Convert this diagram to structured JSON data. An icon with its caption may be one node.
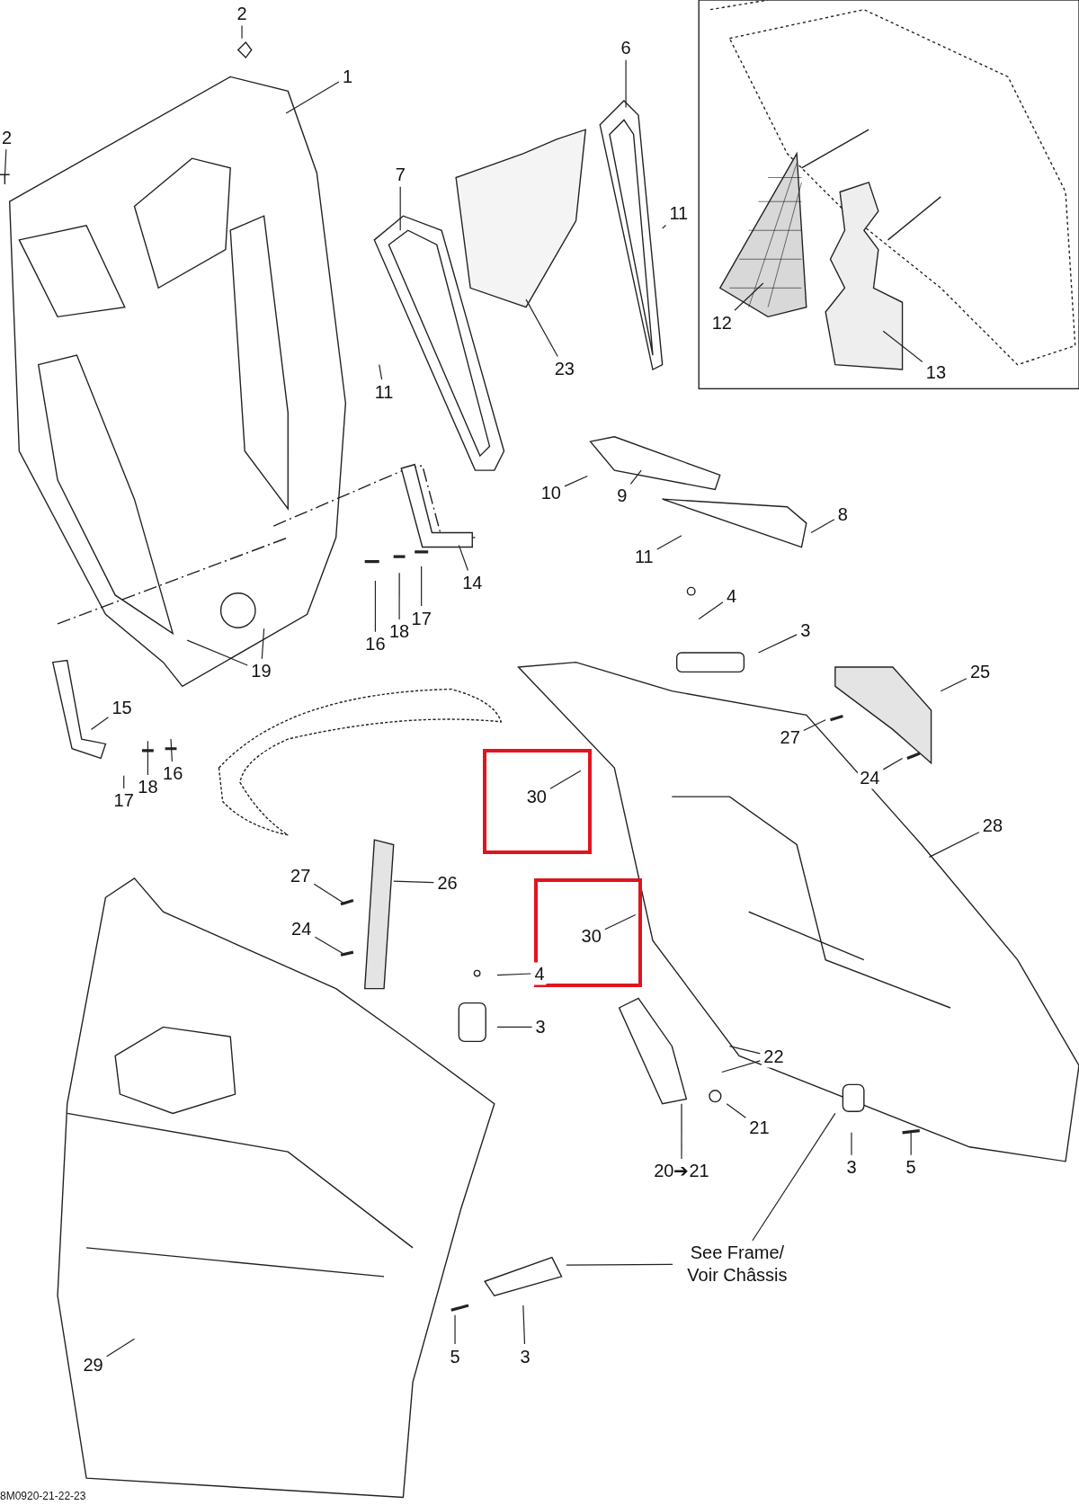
{
  "diagram": {
    "nodes": [
      {
        "text": [
          "2"
        ]
      },
      {
        "text": [
          "1"
        ]
      },
      {
        "text": [
          "2"
        ]
      },
      {
        "text": [
          "7"
        ]
      },
      {
        "text": [
          "6"
        ]
      },
      {
        "text": [
          "11"
        ]
      },
      {
        "text": [
          "23"
        ]
      },
      {
        "text": [
          "12"
        ]
      },
      {
        "text": [
          "13"
        ]
      },
      {
        "text": [
          "11"
        ]
      },
      {
        "text": [
          "10"
        ]
      },
      {
        "text": [
          "9"
        ]
      },
      {
        "text": [
          "8"
        ]
      },
      {
        "text": [
          "11"
        ]
      },
      {
        "text": [
          "14"
        ]
      },
      {
        "text": [
          "16"
        ]
      },
      {
        "text": [
          "18"
        ]
      },
      {
        "text": [
          "17"
        ]
      },
      {
        "text": [
          "19"
        ]
      },
      {
        "text": [
          "4"
        ]
      },
      {
        "text": [
          "3"
        ]
      },
      {
        "text": [
          "25"
        ]
      },
      {
        "text": [
          "15"
        ]
      },
      {
        "text": [
          "17"
        ]
      },
      {
        "text": [
          "18"
        ]
      },
      {
        "text": [
          "16"
        ]
      },
      {
        "text": [
          "27"
        ]
      },
      {
        "text": [
          "24"
        ]
      },
      {
        "text": [
          "30"
        ]
      },
      {
        "text": [
          "28"
        ]
      },
      {
        "text": [
          "27"
        ]
      },
      {
        "text": [
          "26"
        ]
      },
      {
        "text": [
          "30"
        ]
      },
      {
        "text": [
          "24"
        ]
      },
      {
        "text": [
          "4"
        ]
      },
      {
        "text": [
          "3"
        ]
      },
      {
        "text": [
          "22"
        ]
      },
      {
        "text": [
          "21"
        ]
      },
      {
        "text": [
          "20➔21"
        ]
      },
      {
        "text": [
          "3"
        ]
      },
      {
        "text": [
          "5"
        ]
      },
      {
        "text": [
          "See Frame/ Voir Châssis"
        ]
      },
      {
        "text": [
          "5"
        ]
      },
      {
        "text": [
          "3"
        ]
      },
      {
        "text": [
          "29"
        ]
      }
    ],
    "edges": [
      {
        "from": 0,
        "to": null,
        "arrow": "none"
      },
      {
        "from": 1,
        "to": null,
        "arrow": "none"
      },
      {
        "from": 2,
        "to": null,
        "arrow": "none"
      },
      {
        "from": 3,
        "to": null,
        "arrow": "none"
      },
      {
        "from": 4,
        "to": null,
        "arrow": "none"
      },
      {
        "from": 5,
        "to": null,
        "arrow": "none"
      },
      {
        "from": 6,
        "to": null,
        "arrow": "none"
      },
      {
        "from": 7,
        "to": null,
        "arrow": "none"
      },
      {
        "from": 8,
        "to": null,
        "arrow": "none"
      },
      {
        "from": 9,
        "to": null,
        "arrow": "none"
      },
      {
        "from": 10,
        "to": null,
        "arrow": "none"
      },
      {
        "from": 11,
        "to": null,
        "arrow": "none"
      },
      {
        "from": 12,
        "to": null,
        "arrow": "none"
      },
      {
        "from": 13,
        "to": null,
        "arrow": "none"
      },
      {
        "from": 14,
        "to": null,
        "arrow": "none"
      },
      {
        "from": 15,
        "to": null,
        "arrow": "none"
      },
      {
        "from": 16,
        "to": null,
        "arrow": "none"
      },
      {
        "from": 17,
        "to": null,
        "arrow": "none"
      },
      {
        "from": 18,
        "to": null,
        "arrow": "none"
      },
      {
        "from": 18,
        "to": null,
        "arrow": "none"
      },
      {
        "from": 19,
        "to": null,
        "arrow": "none"
      },
      {
        "from": 20,
        "to": null,
        "arrow": "none"
      },
      {
        "from": 21,
        "to": null,
        "arrow": "none"
      },
      {
        "from": 22,
        "to": null,
        "arrow": "none"
      },
      {
        "from": 23,
        "to": null,
        "arrow": "none"
      },
      {
        "from": 24,
        "to": null,
        "arrow": "none"
      },
      {
        "from": 25,
        "to": null,
        "arrow": "none"
      },
      {
        "from": 26,
        "to": null,
        "arrow": "none"
      },
      {
        "from": 27,
        "to": null,
        "arrow": "none"
      },
      {
        "from": 28,
        "to": null,
        "arrow": "none"
      },
      {
        "from": 29,
        "to": null,
        "arrow": "none"
      },
      {
        "from": 30,
        "to": null,
        "arrow": "none"
      },
      {
        "from": 31,
        "to": null,
        "arrow": "none"
      },
      {
        "from": 32,
        "to": null,
        "arrow": "none"
      },
      {
        "from": 33,
        "to": null,
        "arrow": "none"
      },
      {
        "from": 34,
        "to": null,
        "arrow": "none"
      },
      {
        "from": 35,
        "to": null,
        "arrow": "none"
      },
      {
        "from": 36,
        "to": null,
        "arrow": "none"
      },
      {
        "from": 36,
        "to": null,
        "arrow": "none"
      },
      {
        "from": 37,
        "to": null,
        "arrow": "none"
      },
      {
        "from": 38,
        "to": null,
        "arrow": "none"
      },
      {
        "from": 39,
        "to": null,
        "arrow": "none"
      },
      {
        "from": 40,
        "to": null,
        "arrow": "none"
      },
      {
        "from": 41,
        "to": null,
        "arrow": "none"
      },
      {
        "from": 41,
        "to": null,
        "arrow": "none"
      },
      {
        "from": 42,
        "to": null,
        "arrow": "none"
      },
      {
        "from": 43,
        "to": null,
        "arrow": "none"
      },
      {
        "from": 44,
        "to": null,
        "arrow": "none"
      }
    ],
    "labels": [
      "8M0920-21-22-23"
    ]
  }
}
